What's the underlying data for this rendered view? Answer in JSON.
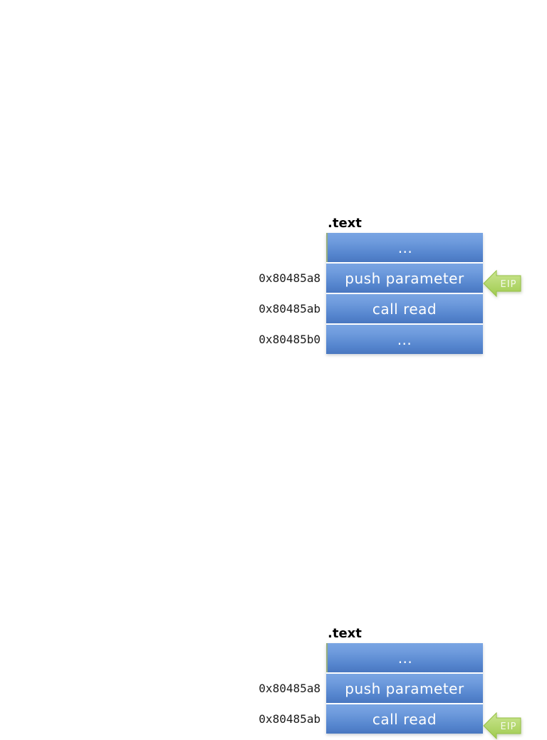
{
  "style": {
    "box_blue_top": "#7aa5e3",
    "box_blue_bottom": "#4977c0",
    "eip_green_top": "#cbe592",
    "eip_green_bottom": "#9fcb4e",
    "eip_green_stroke": "#96c145",
    "address_text_color": "#1b1b1b",
    "instruction_text_color": "#ffffff"
  },
  "diagrams": [
    {
      "section_label": ".text",
      "eip_label": "EIP",
      "eip_points_to": "push parameter",
      "rows": [
        {
          "label": "...",
          "address": ""
        },
        {
          "label": "push parameter",
          "address": "0x80485a8"
        },
        {
          "label": "call read",
          "address": "0x80485ab"
        },
        {
          "label": "...",
          "address": "0x80485b0"
        }
      ]
    },
    {
      "section_label": ".text",
      "eip_label": "EIP",
      "eip_points_to": "call read",
      "rows": [
        {
          "label": "...",
          "address": ""
        },
        {
          "label": "push parameter",
          "address": "0x80485a8"
        },
        {
          "label": "call read",
          "address": "0x80485ab"
        }
      ]
    }
  ]
}
